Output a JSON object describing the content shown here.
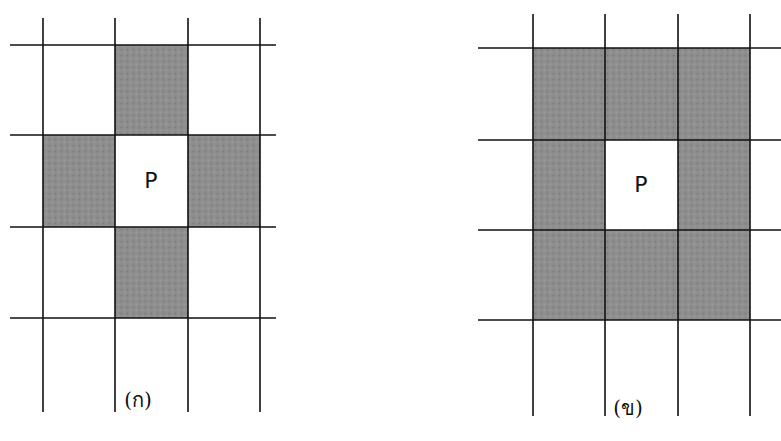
{
  "diagram": {
    "labels": [
      "P",
      "P",
      "(ก)",
      "(ข)"
    ]
  }
}
